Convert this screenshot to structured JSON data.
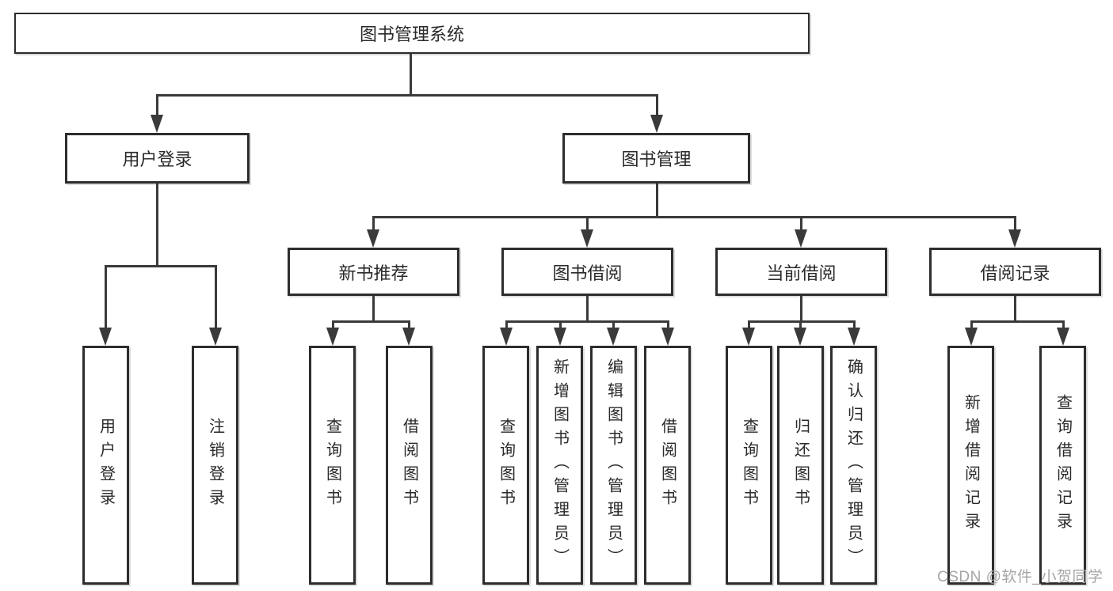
{
  "diagram": {
    "root": "图书管理系统",
    "level2": [
      "用户登录",
      "图书管理"
    ],
    "level3": [
      "新书推荐",
      "图书借阅",
      "当前借阅",
      "借阅记录"
    ],
    "leaves": [
      "用户登录",
      "注销登录",
      "查询图书",
      "借阅图书",
      "查询图书",
      "新增图书（管理员）",
      "编辑图书（管理员）",
      "借阅图书",
      "查询图书",
      "归还图书",
      "确认归还（管理员）",
      "新增借阅记录",
      "查询借阅记录"
    ]
  },
  "watermark": "CSDN @软件_小贺同学",
  "colors": {
    "line": "#3a3a3a",
    "box_border": "#2d2d2d",
    "text": "#2a2a2a",
    "watermark": "#a6a6a6",
    "background": "#ffffff"
  }
}
